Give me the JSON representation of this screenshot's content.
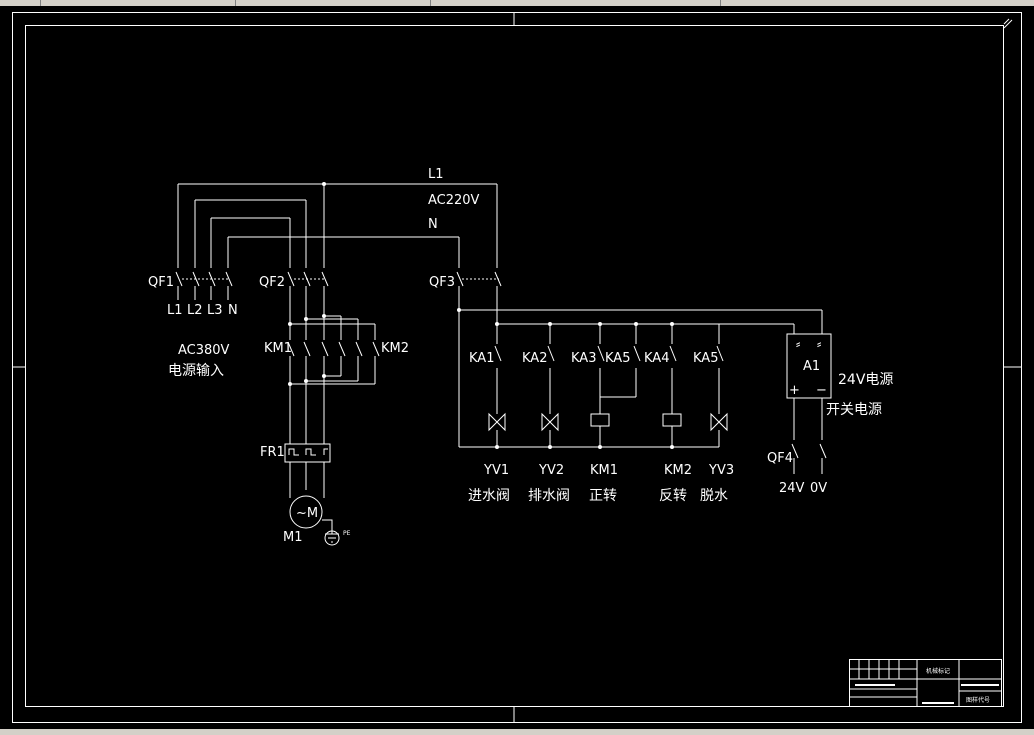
{
  "mains": {
    "l1": "L1",
    "voltage_220": "AC220V",
    "neutral": "N"
  },
  "breakers": {
    "qf1": "QF1",
    "qf2": "QF2",
    "qf3": "QF3",
    "qf4": "QF4"
  },
  "input_terminals": [
    "L1",
    "L2",
    "L3",
    "N"
  ],
  "power_input": {
    "voltage": "AC380V",
    "label": "电源输入"
  },
  "contactors": {
    "km1": "KM1",
    "km2": "KM2"
  },
  "overload": "FR1",
  "motor": {
    "tag": "M1",
    "symbol": "~M",
    "ground": "PE"
  },
  "relays": [
    "KA1",
    "KA2",
    "KA3",
    "KA5",
    "KA4",
    "KA5"
  ],
  "loads": [
    {
      "tag": "YV1",
      "function": "进水阀"
    },
    {
      "tag": "YV2",
      "function": "排水阀"
    },
    {
      "tag": "KM1",
      "function": "正转"
    },
    {
      "tag": "KM2",
      "function": "反转"
    },
    {
      "tag": "YV3",
      "function": "脱水"
    }
  ],
  "psu": {
    "tag": "A1",
    "label_24v": "24V电源",
    "label_switching": "开关电源",
    "plus": "+",
    "minus": "−"
  },
  "outputs": {
    "v24": "24V",
    "v0": "0V"
  },
  "title_block": {
    "heading": "机械标记",
    "drawing_no": "图样代号"
  },
  "colors": {
    "background": "#000000",
    "lines": "#ffffff",
    "ui_bar": "#d4d0c8"
  }
}
